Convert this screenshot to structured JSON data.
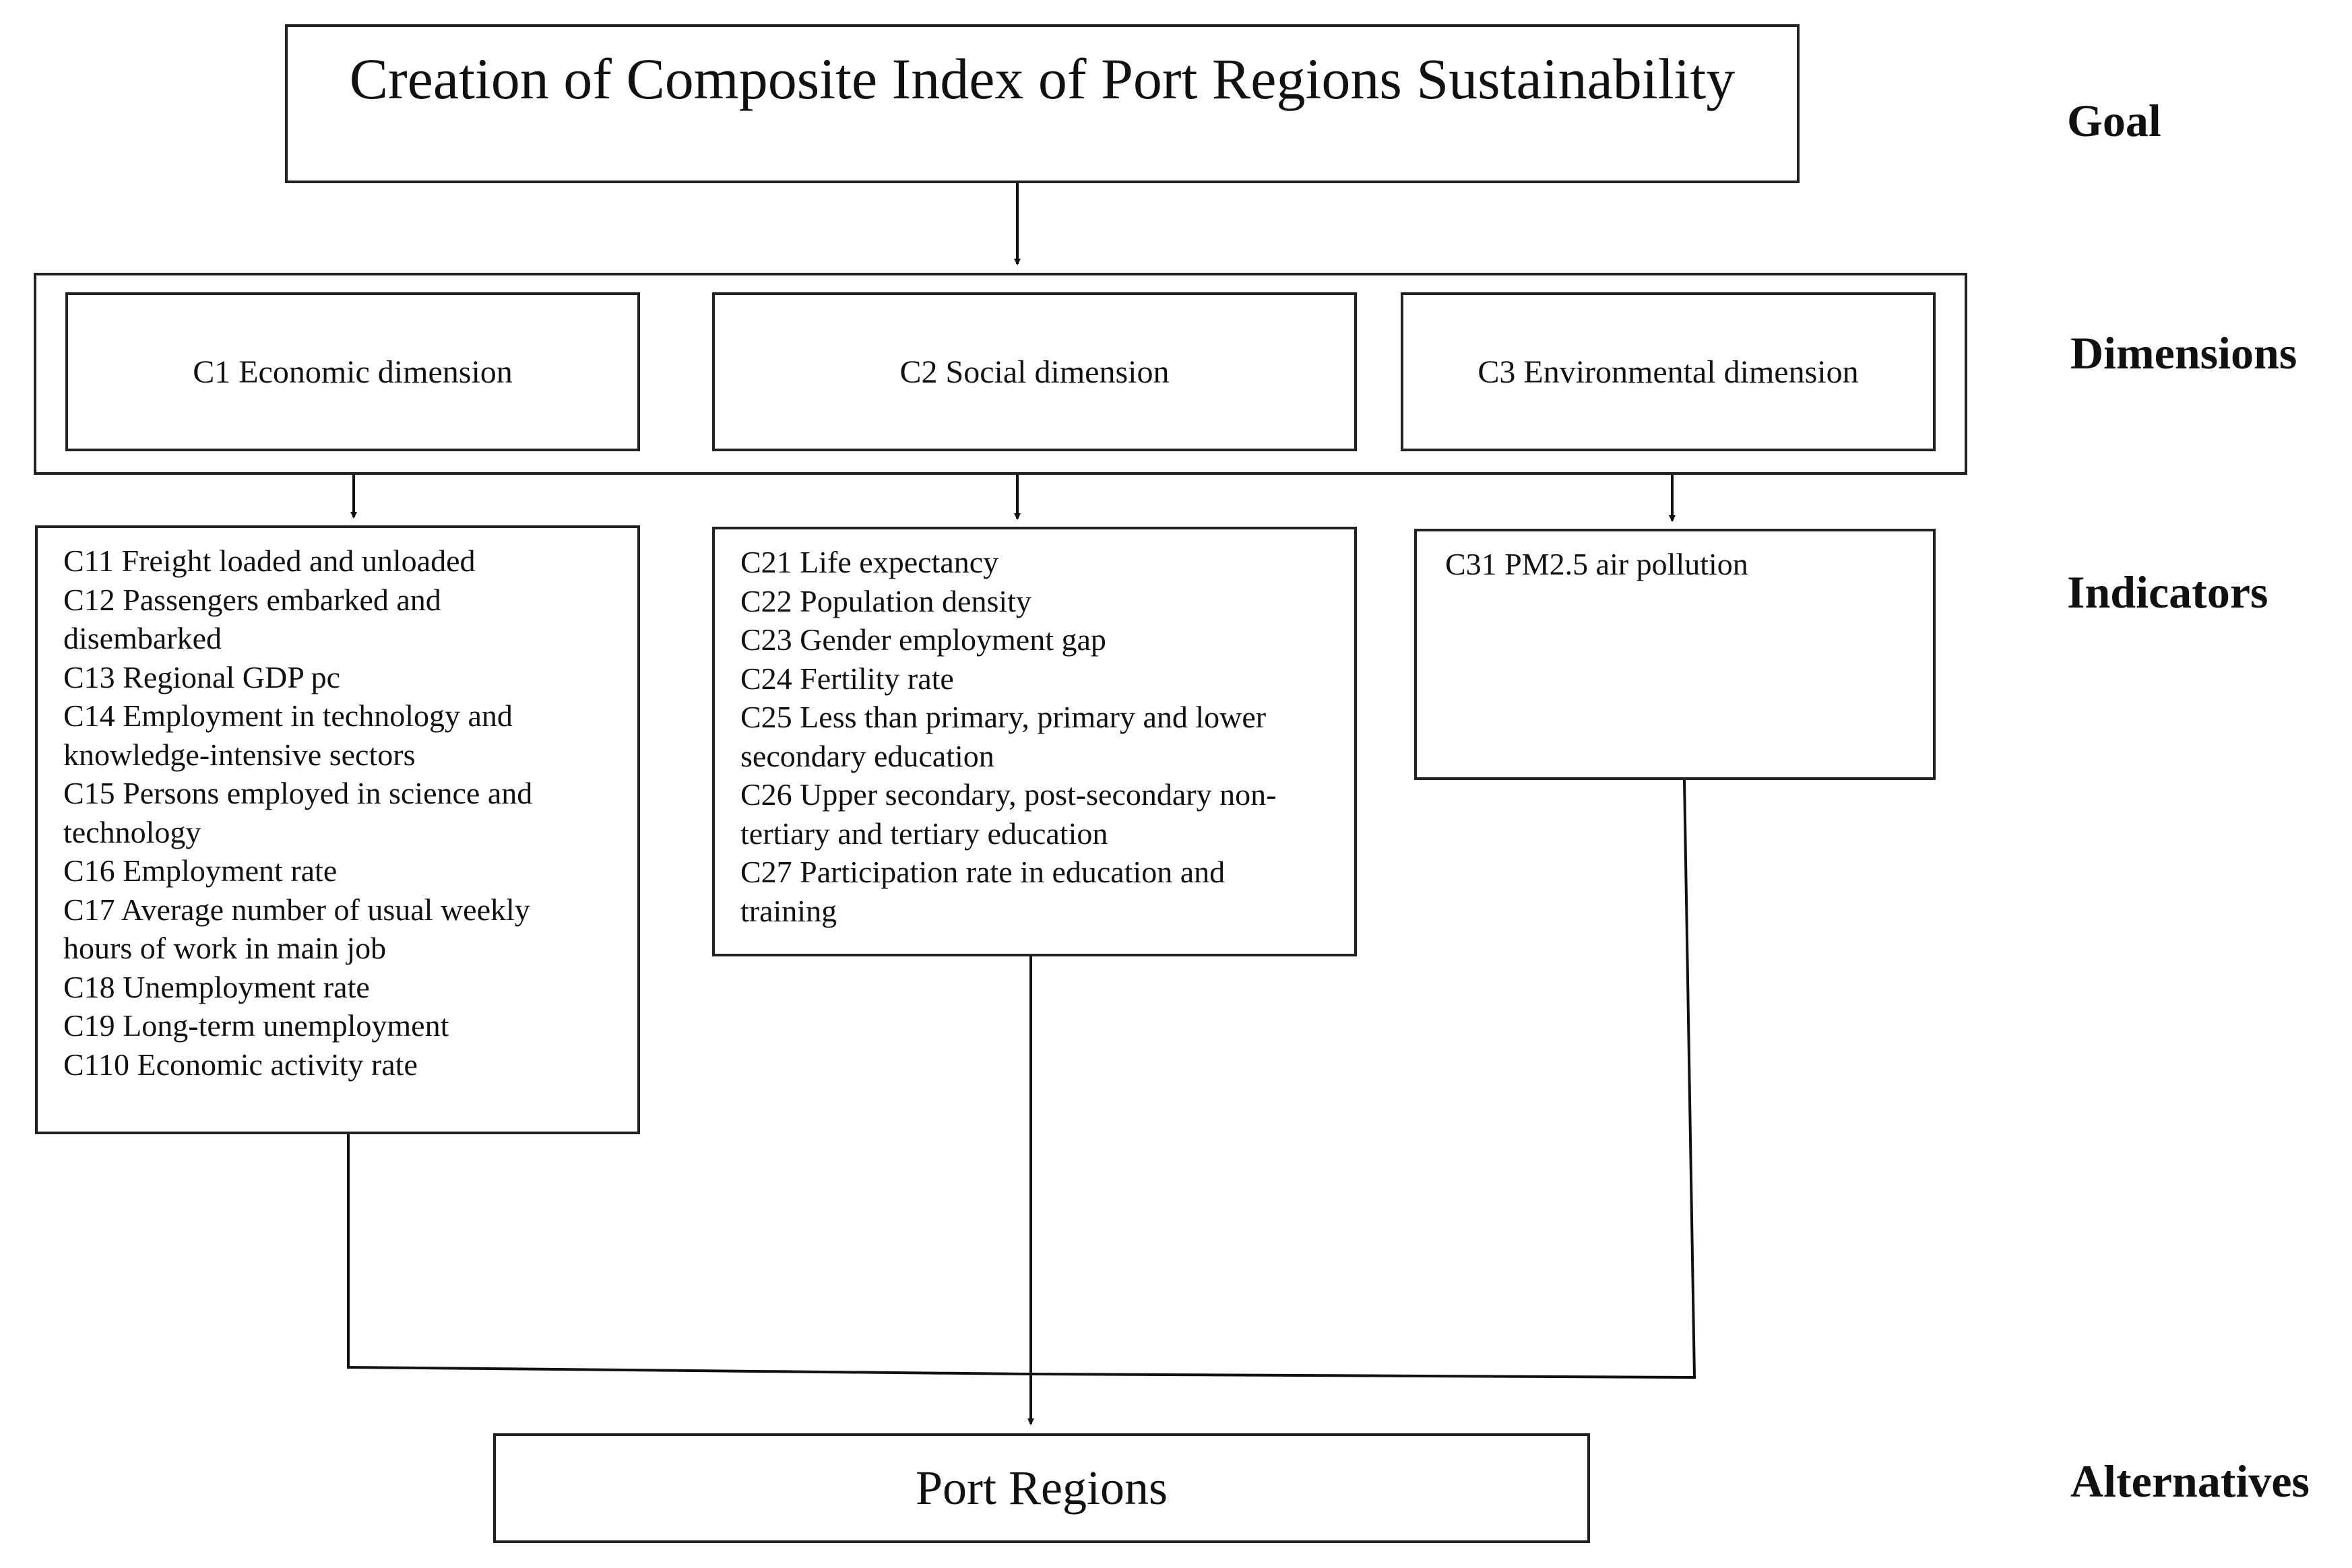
{
  "goal": {
    "title": "Creation of Composite Index of Port Regions Sustainability",
    "level_label": "Goal"
  },
  "dimensions": {
    "level_label": "Dimensions",
    "items": [
      {
        "label": "C1 Economic dimension"
      },
      {
        "label": "C2 Social dimension"
      },
      {
        "label": "C3 Environmental dimension"
      }
    ]
  },
  "indicators": {
    "level_label": "Indicators",
    "groups": [
      {
        "lines": [
          "C11 Freight loaded and unloaded",
          "C12 Passengers embarked and",
          "disembarked",
          "C13 Regional GDP pc",
          "C14 Employment in technology and",
          "knowledge-intensive sectors",
          "C15 Persons employed in science and",
          "technology",
          "C16 Employment rate",
          "C17 Average number of usual weekly",
          "hours of work in main job",
          "C18 Unemployment rate",
          "C19 Long-term unemployment",
          "C110 Economic activity rate"
        ]
      },
      {
        "lines": [
          "C21 Life expectancy",
          "C22 Population density",
          "C23 Gender employment gap",
          "C24 Fertility rate",
          "C25 Less than primary, primary and lower",
          "secondary education",
          "C26 Upper secondary, post-secondary non-",
          "tertiary and tertiary education",
          "C27 Participation rate in education and",
          "training"
        ]
      },
      {
        "lines": [
          "C31 PM2.5 air pollution"
        ]
      }
    ]
  },
  "alternatives": {
    "title": "Port Regions",
    "level_label": "Alternatives"
  }
}
